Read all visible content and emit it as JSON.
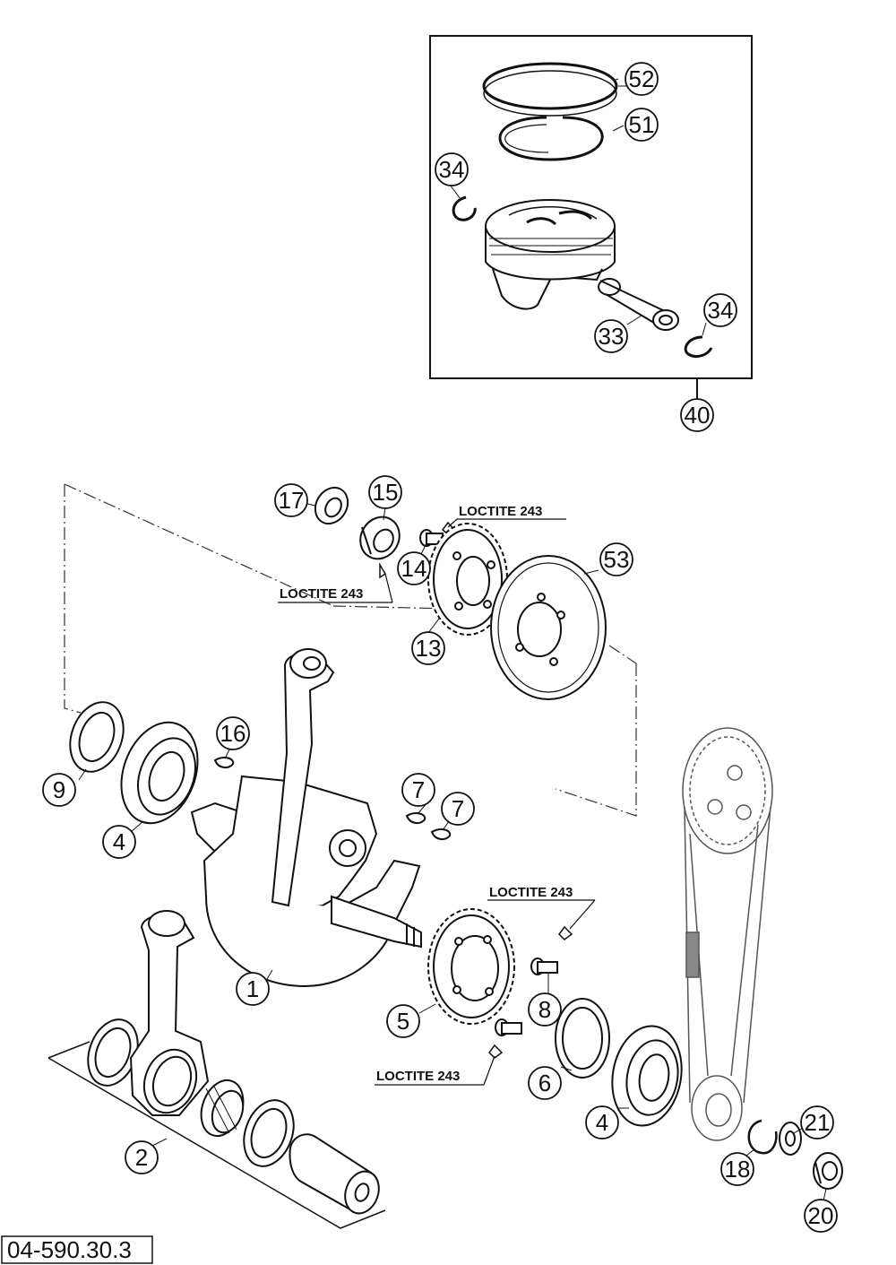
{
  "drawing_code": "04-590.30.3",
  "loctite_label": "LOCTITE 243",
  "callouts": {
    "c52": "52",
    "c51": "51",
    "c34a": "34",
    "c34b": "34",
    "c33": "33",
    "c40": "40",
    "c17": "17",
    "c15": "15",
    "c14": "14",
    "c13": "13",
    "c53": "53",
    "c16": "16",
    "c9": "9",
    "c4a": "4",
    "c7a": "7",
    "c7b": "7",
    "c1": "1",
    "c2": "2",
    "c5": "5",
    "c8": "8",
    "c6": "6",
    "c4b": "4",
    "c18": "18",
    "c21": "21",
    "c20": "20"
  }
}
